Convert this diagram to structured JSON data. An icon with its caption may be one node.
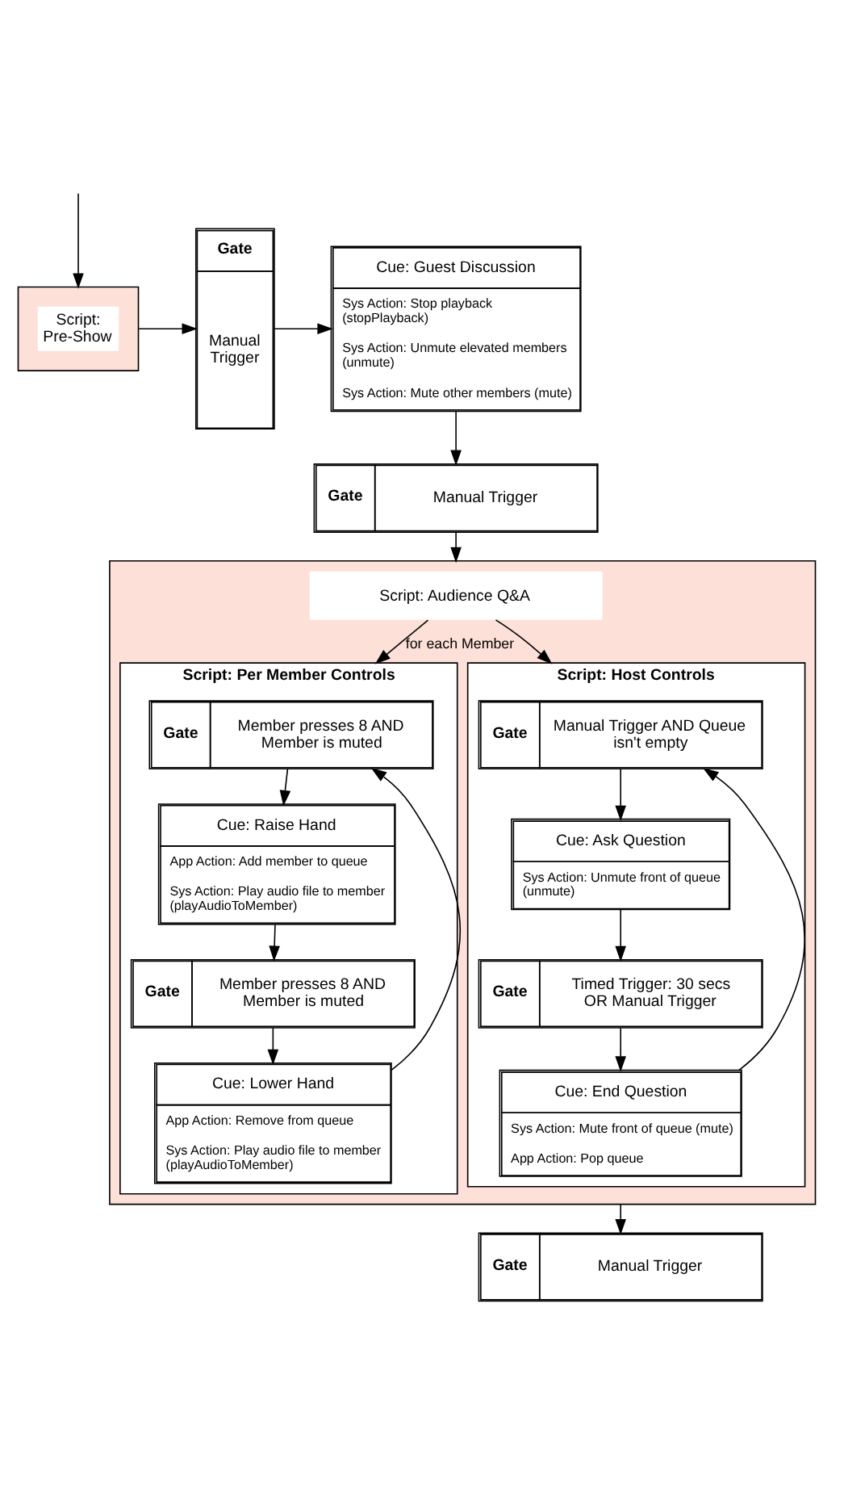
{
  "diagram": {
    "nodes": [
      {
        "text": [
          "Script: Pre-Show"
        ]
      },
      {
        "text": [
          "Gate",
          "Manual Trigger"
        ]
      },
      {
        "text": [
          "Cue: Guest Discussion",
          "Sys Action: Stop playback (stopPlayback)",
          "Sys Action: Unmute elevated members (unmute)",
          "Sys Action: Mute other members (mute)"
        ]
      },
      {
        "text": [
          "Gate",
          "Manual Trigger"
        ]
      },
      {
        "text": [],
        "shape": "box"
      },
      {
        "text": [
          "Script: Audience Q&A"
        ],
        "in": 4
      },
      {
        "text": [
          "Script: Per Member Controls"
        ],
        "in": 4
      },
      {
        "text": [
          "Gate",
          "Member presses 8 AND Member is muted"
        ],
        "in": 6
      },
      {
        "text": [
          "Cue: Raise Hand",
          "App Action: Add member to queue",
          "Sys Action: Play audio file to member (playAudioToMember)"
        ],
        "in": 6
      },
      {
        "text": [
          "Gate",
          "Member presses 8 AND Member is muted"
        ],
        "in": 6
      },
      {
        "text": [
          "Cue: Lower Hand",
          "App Action: Remove from queue",
          "Sys Action: Play audio file to member (playAudioToMember)"
        ],
        "in": 6
      },
      {
        "text": [
          "Script: Host Controls"
        ],
        "in": 4
      },
      {
        "text": [
          "Gate",
          "Manual Trigger AND Queue isn't empty"
        ],
        "in": 11
      },
      {
        "text": [
          "Cue: Ask Question",
          "Sys Action: Unmute front of queue (unmute)"
        ],
        "in": 11
      },
      {
        "text": [
          "Gate",
          "Timed Trigger: 30 secs OR Manual Trigger"
        ],
        "in": 11
      },
      {
        "text": [
          "Cue: End Question",
          "Sys Action: Mute front of queue (mute)",
          "App Action: Pop queue"
        ],
        "in": 11
      },
      {
        "text": [
          "Gate",
          "Manual Trigger"
        ]
      }
    ],
    "edges": [
      {
        "from": null,
        "to": 0,
        "arrow": "to"
      },
      {
        "from": 0,
        "to": 1,
        "arrow": "to"
      },
      {
        "from": 1,
        "to": 2,
        "arrow": "to"
      },
      {
        "from": 2,
        "to": 3,
        "arrow": "to"
      },
      {
        "from": 3,
        "to": 4,
        "arrow": "to"
      },
      {
        "from": 5,
        "to": 6,
        "arrow": "to",
        "label": "for each Member"
      },
      {
        "from": 5,
        "to": 11,
        "arrow": "to"
      },
      {
        "from": 7,
        "to": 8,
        "arrow": "to"
      },
      {
        "from": 8,
        "to": 9,
        "arrow": "to"
      },
      {
        "from": 9,
        "to": 10,
        "arrow": "to"
      },
      {
        "from": 10,
        "to": 7,
        "arrow": "to"
      },
      {
        "from": 12,
        "to": 13,
        "arrow": "to"
      },
      {
        "from": 13,
        "to": 14,
        "arrow": "to"
      },
      {
        "from": 14,
        "to": 15,
        "arrow": "to"
      },
      {
        "from": 15,
        "to": 12,
        "arrow": "to"
      },
      {
        "from": 4,
        "to": 16,
        "arrow": "to"
      }
    ]
  }
}
